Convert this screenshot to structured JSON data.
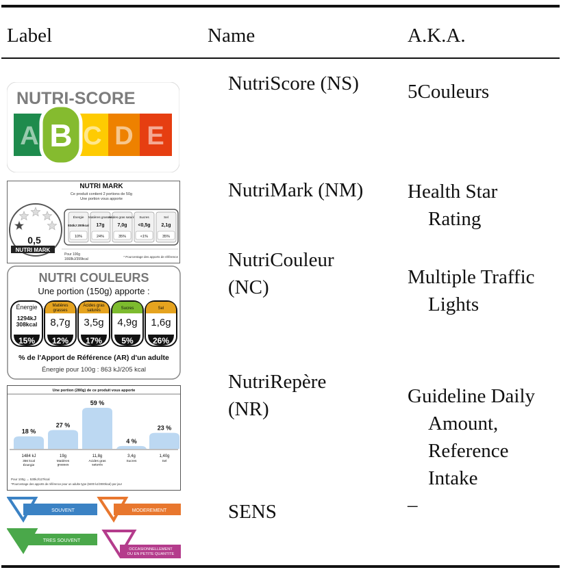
{
  "table": {
    "headers": {
      "label": "Label",
      "name": "Name",
      "aka": "A.K.A."
    },
    "rows": [
      {
        "name": "NutriScore (NS)",
        "aka": "5Couleurs"
      },
      {
        "name": "NutriMark (NM)",
        "aka": [
          "Health Star",
          "Rating"
        ]
      },
      {
        "name": [
          "NutriCouleur",
          "(NC)"
        ],
        "aka": [
          "Multiple Traffic",
          "Lights"
        ]
      },
      {
        "name": [
          "NutriRepère",
          "(NR)"
        ],
        "aka": [
          "Guideline Daily",
          "Amount,",
          "Reference",
          "Intake"
        ]
      },
      {
        "name": "SENS",
        "aka": "–"
      }
    ]
  },
  "labels": {
    "nutriscore": {
      "title": "NUTRI-SCORE",
      "grades": [
        "A",
        "B",
        "C",
        "D",
        "E"
      ],
      "colors": [
        "#1e8b4d",
        "#85bb2f",
        "#fecb02",
        "#ee8100",
        "#e63e11"
      ],
      "selected": "B"
    },
    "nutrimark": {
      "title": "NUTRI MARK",
      "sub1": "Ce produit contient 2 portions de 50g",
      "sub2": "Une portion vous apporte",
      "score": "0,5",
      "badge": "NUTRI MARK",
      "stars": 5,
      "stars_filled": 0.5,
      "cols": [
        {
          "name": "Énergie",
          "val": "834kJ 200kcal",
          "pct": "10%"
        },
        {
          "name": "Matières grasses",
          "val": "17g",
          "pct": "24%"
        },
        {
          "name": "Acides gras saturés",
          "val": "7,0g",
          "pct": "35%"
        },
        {
          "name": "Sucres",
          "val": "<0,5g",
          "pct": "<1%"
        },
        {
          "name": "Sel",
          "val": "2,1g",
          "pct": "35%"
        }
      ],
      "foot1": "Pour 100g",
      "foot2": "1668kJ/399kcal",
      "foot3": "* Pourcentage des apports de référence"
    },
    "nutricouleur": {
      "title": "NUTRI COULEURS",
      "sub": "Une portion (150g) apporte :",
      "cols": [
        {
          "name": "Énergie",
          "val": "1294kJ 308kcal",
          "pct": "15%",
          "color": "#ffffff"
        },
        {
          "name": "Matières grasses",
          "val": "8,7g",
          "pct": "12%",
          "color": "#e5a31f"
        },
        {
          "name": "Acides gras saturés",
          "val": "3,5g",
          "pct": "17%",
          "color": "#e5a31f"
        },
        {
          "name": "Sucres",
          "val": "4,9g",
          "pct": "5%",
          "color": "#7dbb2e"
        },
        {
          "name": "Sel",
          "val": "1,6g",
          "pct": "26%",
          "color": "#e5a31f"
        }
      ],
      "foot1": "% de l'Apport de Référence (AR) d'un adulte",
      "foot2": "Énergie pour 100g : 863 kJ/205 kcal"
    },
    "nutrirepere": {
      "title": "Une portion (280g) de ce produit vous apporte",
      "bars": [
        {
          "pct": 18,
          "pct_label": "18 %",
          "val": "1484 kJ",
          "val2": "356 kcal",
          "name": "Énergie"
        },
        {
          "pct": 27,
          "pct_label": "27 %",
          "val": "19g",
          "name": "Matières grasses"
        },
        {
          "pct": 59,
          "pct_label": "59 %",
          "val": "11,8g",
          "name": "Acides gras saturés"
        },
        {
          "pct": 4,
          "pct_label": "4 %",
          "val": "3,4g",
          "name": "Sucres"
        },
        {
          "pct": 23,
          "pct_label": "23 %",
          "val": "1,40g",
          "name": "Sel"
        }
      ],
      "foot1": "Pour 100g → 530kJ/127kcal",
      "foot2": "*Pourcentage des apports de référence pour un adulte type (8400 kJ/2000kcal) par jour"
    },
    "sens": {
      "items": [
        {
          "text": "SOUVENT",
          "color": "#3b82c4"
        },
        {
          "text": "MODEREMENT",
          "color": "#e8772e"
        },
        {
          "text": "TRES SOUVENT",
          "color": "#4aa84a"
        },
        {
          "text": "OCCASIONNELLEMENT OU EN PETITE QUANTITE",
          "color": "#b43c8c"
        }
      ]
    }
  }
}
